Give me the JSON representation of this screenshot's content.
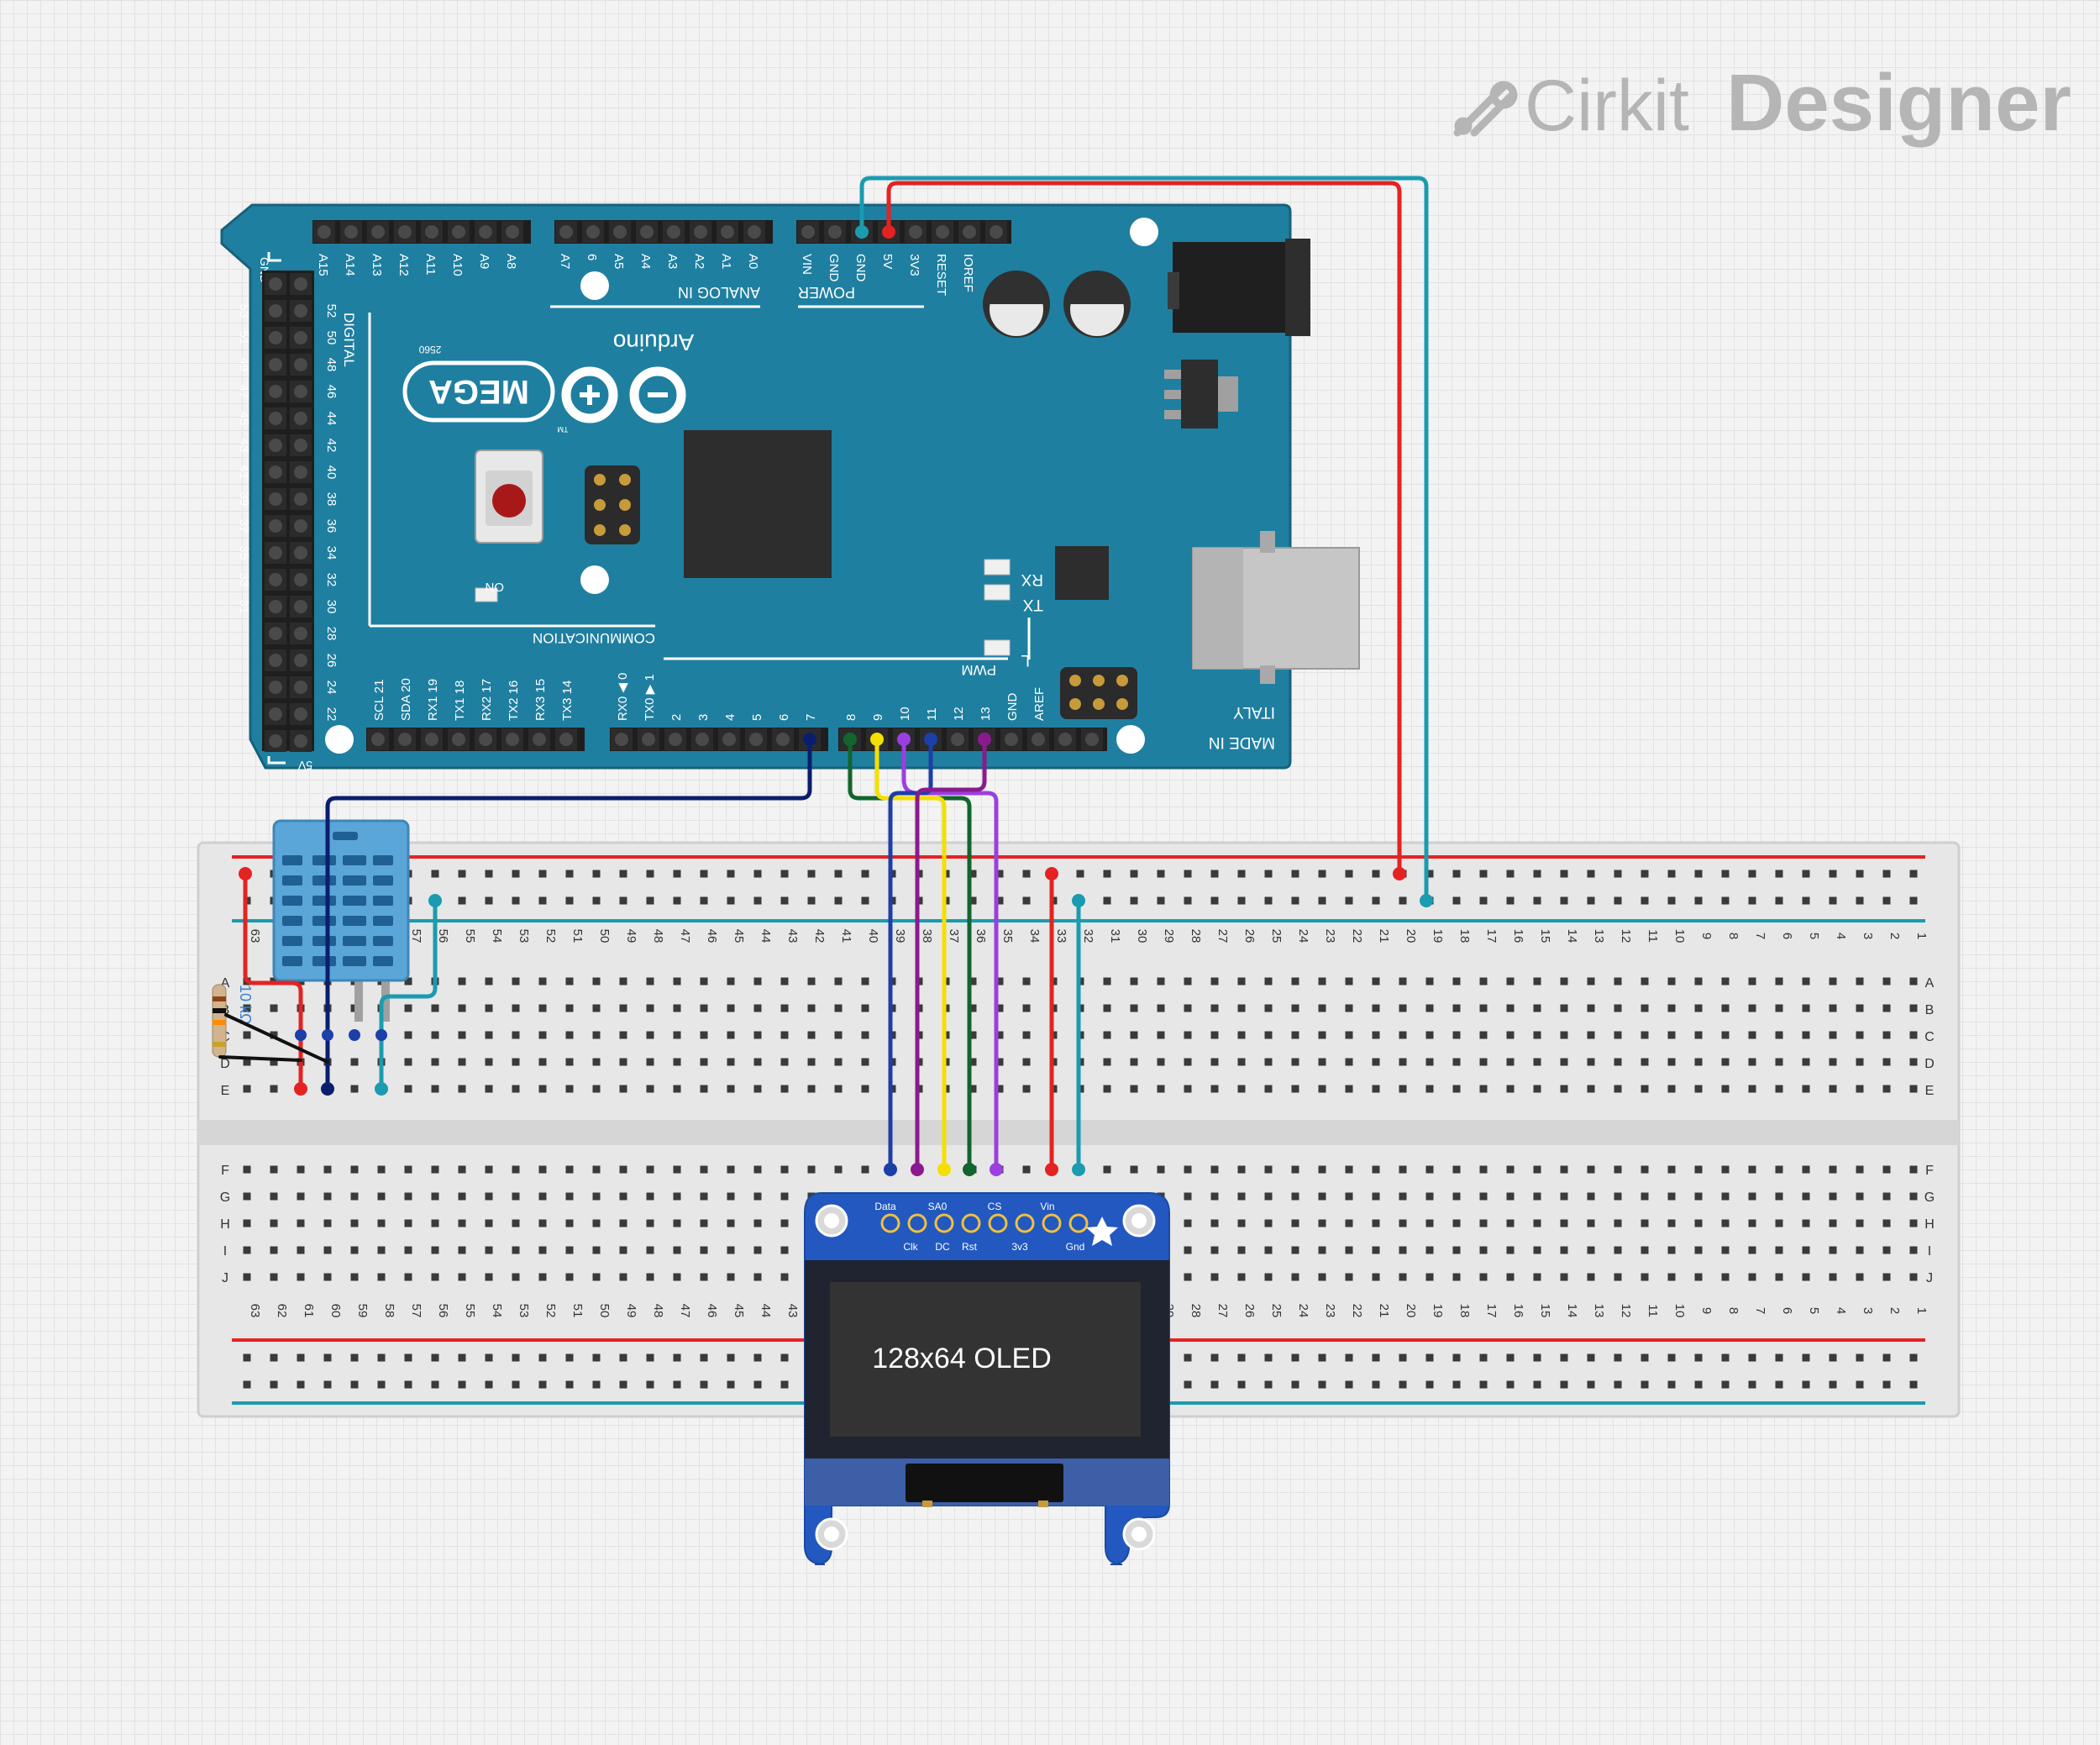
{
  "watermark": {
    "brand_light": "Cirkit",
    "brand_bold": "Designer"
  },
  "arduino": {
    "brand": "Arduino",
    "model": "MEGA",
    "model_number": "2560",
    "tm": "TM",
    "on_label": "ON",
    "rx_label": "RX",
    "tx_label": "TX",
    "l_label": "L",
    "made_in": "MADE IN",
    "italy": "ITALY",
    "gnd_corner": "GND",
    "v5_corner": "5V",
    "analog_in": "ANALOG IN",
    "power": "POWER",
    "digital": "DIGITAL",
    "communication": "COMMUNICATION",
    "pwm": "PWM",
    "analog_hi_labels": [
      "A15",
      "A14",
      "A13",
      "A12",
      "A11",
      "A10",
      "A9",
      "A8"
    ],
    "analog_lo_labels": [
      "A7",
      "6",
      "A5",
      "A4",
      "A3",
      "A2",
      "A1",
      "A0"
    ],
    "power_labels": [
      "VIN",
      "GND",
      "GND",
      "5V",
      "3V3",
      "RESET",
      "IOREF"
    ],
    "comm_labels": [
      "SCL 21",
      "SDA 20",
      "RX1 19",
      "TX1 18",
      "RX2 17",
      "TX2 16",
      "RX3 15",
      "TX3 14"
    ],
    "pwm_lo_labels": [
      "RX0 ◀ 0",
      "TX0 ▶ 1",
      "2",
      "3",
      "4",
      "5",
      "6",
      "7"
    ],
    "pwm_hi_labels": [
      "8",
      "9",
      "10",
      "11",
      "12",
      "13",
      "GND",
      "AREF"
    ],
    "digital_left_labels": [
      "53",
      "51",
      "49",
      "47",
      "45",
      "43",
      "41",
      "39",
      "37",
      "35",
      "33",
      "31"
    ],
    "digital_right_labels": [
      "52",
      "50",
      "48",
      "46",
      "44",
      "42",
      "40",
      "38",
      "36",
      "34",
      "32",
      "30",
      "28",
      "26",
      "24",
      "22"
    ]
  },
  "breadboard": {
    "rows_top": [
      "A",
      "B",
      "C",
      "D",
      "E"
    ],
    "rows_bottom": [
      "F",
      "G",
      "H",
      "I",
      "J"
    ]
  },
  "resistor": {
    "value": "10 kΩ"
  },
  "oled": {
    "screen_text": "128x64 OLED",
    "pins_top": [
      "Data",
      "SA0",
      "CS",
      "Vin"
    ],
    "pins_bottom": [
      "Clk",
      "DC",
      "Rst",
      "3v3",
      "Gnd"
    ]
  },
  "colors": {
    "board_teal": "#1f7fa0",
    "wire_red": "#e52222",
    "wire_teal": "#1a9bb0",
    "wire_navy": "#0a1e6e",
    "wire_green": "#11652d",
    "wire_yellow": "#f4df00",
    "wire_purple": "#9b3fe0",
    "wire_magenta": "#8b1a8e",
    "wire_blue": "#1c3fa8",
    "oled_blue": "#2258c0",
    "sensor_blue": "#5aa6d8"
  }
}
